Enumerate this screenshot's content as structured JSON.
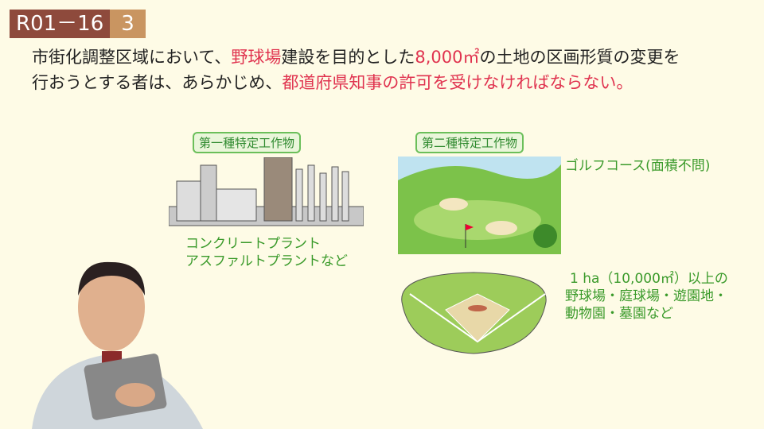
{
  "badge": {
    "code": "R01－16",
    "number": "3"
  },
  "question": {
    "line1_a": "市街化調整区域において、",
    "line1_b": "野球場",
    "line1_c": "建設を目的とした",
    "line1_d": "8,000㎡",
    "line1_e": "の土地の区画形質の変更を",
    "line2_a": "行おうとする者は、あらかじめ、",
    "line2_b": "都道府県知事の許可を受けなければならない。"
  },
  "first_class": {
    "label": "第一種特定工作物",
    "line1": "コンクリートプラント",
    "line2": "アスファルトプラントなど"
  },
  "second_class": {
    "label": "第二種特定工作物",
    "golf": "ゴルフコース(面積不問)",
    "line1": "1 ha（10,000㎡）以上の",
    "line2": "野球場・庭球場・遊園地・",
    "line3": "動物園・墓園など"
  },
  "colors": {
    "accent_red": "#e0334f",
    "green_text": "#3a9a2a",
    "badge_dark": "#8e4a3c",
    "badge_light": "#c99561"
  }
}
